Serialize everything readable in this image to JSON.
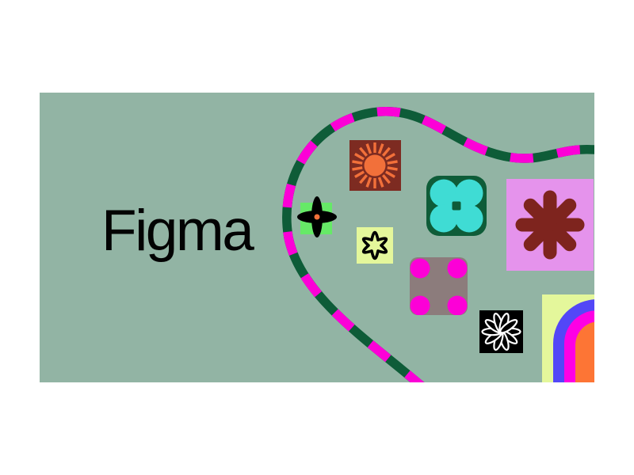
{
  "banner": {
    "brand_label": "Figma",
    "type": "brand-hero-graphic",
    "colors": {
      "page_background": "#ffffff",
      "banner_background": "#92b4a4",
      "path_dark_green": "#0e5c38",
      "path_magenta": "#fc00d7",
      "brick_brown": "#7d2b21",
      "sun_orange": "#f2703a",
      "teal": "#3fdcd4",
      "lilac": "#e593ec",
      "maroon_asterisk": "#7e241e",
      "bright_green": "#66e967",
      "yellow_green": "#e4f79b",
      "warm_gray": "#8c7c7c",
      "dot_magenta": "#fc00d7",
      "rainbow_blue": "#5347f7",
      "rainbow_magenta": "#fe00e4",
      "rainbow_orange": "#fd7535",
      "text": "#030303",
      "daisy_white": "#ffffff",
      "sparkle_black": "#000000"
    },
    "shapes": [
      {
        "name": "dashed-curve-path",
        "description": "wavy dark green path with magenta dashes crossing banner"
      },
      {
        "name": "sun-icon",
        "tile": "dark brick square",
        "glyph_color": "#f2703a"
      },
      {
        "name": "clover-icon",
        "tile": "dark green rounded square",
        "glyph_color": "#3fdcd4"
      },
      {
        "name": "asterisk-icon",
        "tile": "lilac square",
        "glyph_color": "#7e241e"
      },
      {
        "name": "sparkle-icon",
        "tile": "bright green square",
        "glyph_color": "#000000",
        "dot": "#f2703a"
      },
      {
        "name": "flower-outline-icon",
        "tile": "yellow-green square",
        "glyph_color": "#000000"
      },
      {
        "name": "dice-dots-icon",
        "tile": "warm gray rounded square",
        "glyph_color": "#fc00d7"
      },
      {
        "name": "daisy-outline-icon",
        "tile": "black square",
        "glyph_color": "#ffffff"
      },
      {
        "name": "rainbow-icon",
        "tile": "yellow-green square",
        "bands": [
          "#5347f7",
          "#fe00e4",
          "#fd7535"
        ]
      }
    ]
  }
}
